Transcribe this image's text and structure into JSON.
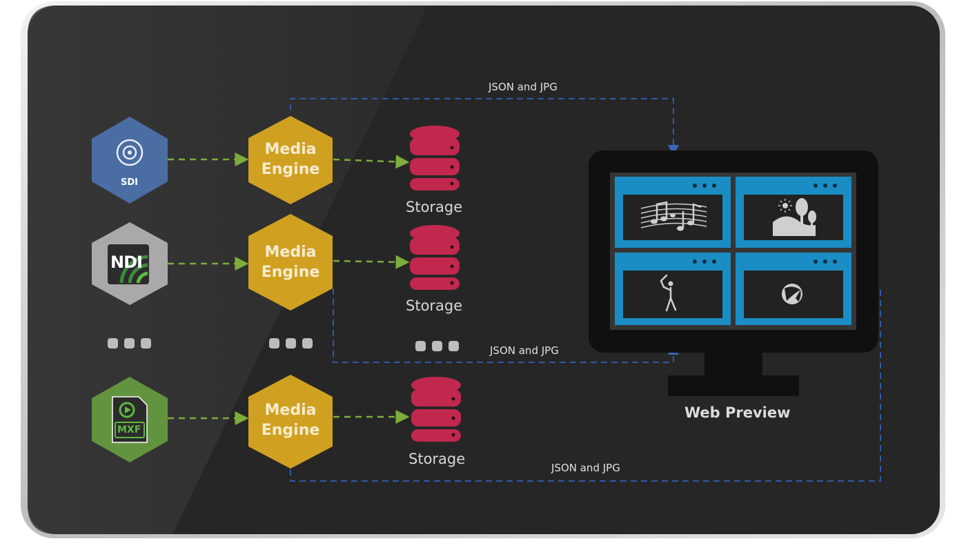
{
  "diagram": {
    "sources": [
      {
        "name": "SDI",
        "icon": "sdi-connector-icon",
        "color": "#4a6da3"
      },
      {
        "name": "NDI",
        "icon": "ndi-logo-icon",
        "color": "#a9a9a9"
      },
      {
        "name": "",
        "icon": "mxf-file-icon",
        "color": "#62943f"
      }
    ],
    "source_badges": {
      "sdi": "SDI",
      "ndi": "NDI",
      "mxf": "MXF"
    },
    "engine_label_line1": "Media",
    "engine_label_line2": "Engine",
    "engine_color": "#d0a021",
    "storage_label": "Storage",
    "storage_color": "#c2284e",
    "json_label": "JSON and JPG",
    "web_preview_label": "Web Preview",
    "ellipsis": "●●●",
    "flow_colors": {
      "green": "#7fad3c",
      "blue": "#2f5aa8"
    },
    "preview_tiles": [
      {
        "icon": "music-notes-icon"
      },
      {
        "icon": "landscape-icon"
      },
      {
        "icon": "baseball-player-icon"
      },
      {
        "icon": "beach-ball-icon"
      }
    ],
    "tile_color": "#1a8dc4"
  }
}
